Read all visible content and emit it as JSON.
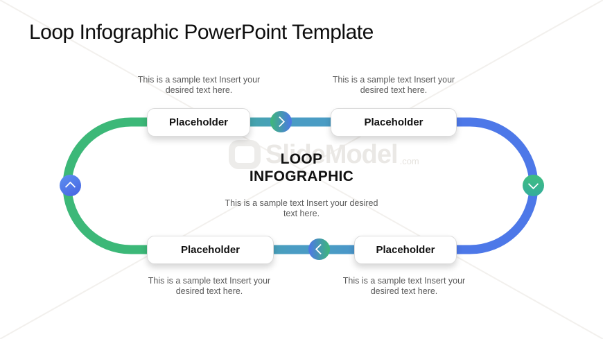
{
  "slide": {
    "title": "Loop Infographic PowerPoint Template"
  },
  "center": {
    "heading_line1": "LOOP",
    "heading_line2": "INFOGRAPHIC",
    "caption": "This is a sample text Insert your desired text here."
  },
  "loop": {
    "boxes": [
      {
        "label": "Placeholder",
        "caption": "This is a sample text Insert your desired text here.",
        "position": "top-left"
      },
      {
        "label": "Placeholder",
        "caption": "This is a sample text Insert your desired text here.",
        "position": "top-right"
      },
      {
        "label": "Placeholder",
        "caption": "This is a sample text Insert your desired text here.",
        "position": "bottom-left"
      },
      {
        "label": "Placeholder",
        "caption": "This is a sample text Insert your desired text here.",
        "position": "bottom-right"
      }
    ],
    "arrows": [
      {
        "icon": "chevron-right-icon",
        "position": "top-middle"
      },
      {
        "icon": "chevron-down-icon",
        "position": "right-middle"
      },
      {
        "icon": "chevron-left-icon",
        "position": "bottom-middle"
      },
      {
        "icon": "chevron-up-icon",
        "position": "left-middle"
      }
    ],
    "colors": {
      "green": "#3cb878",
      "teal": "#4a9cc4",
      "blue": "#4d78e8"
    }
  },
  "watermark": {
    "brand": "SlideModel",
    "suffix": ".com"
  }
}
